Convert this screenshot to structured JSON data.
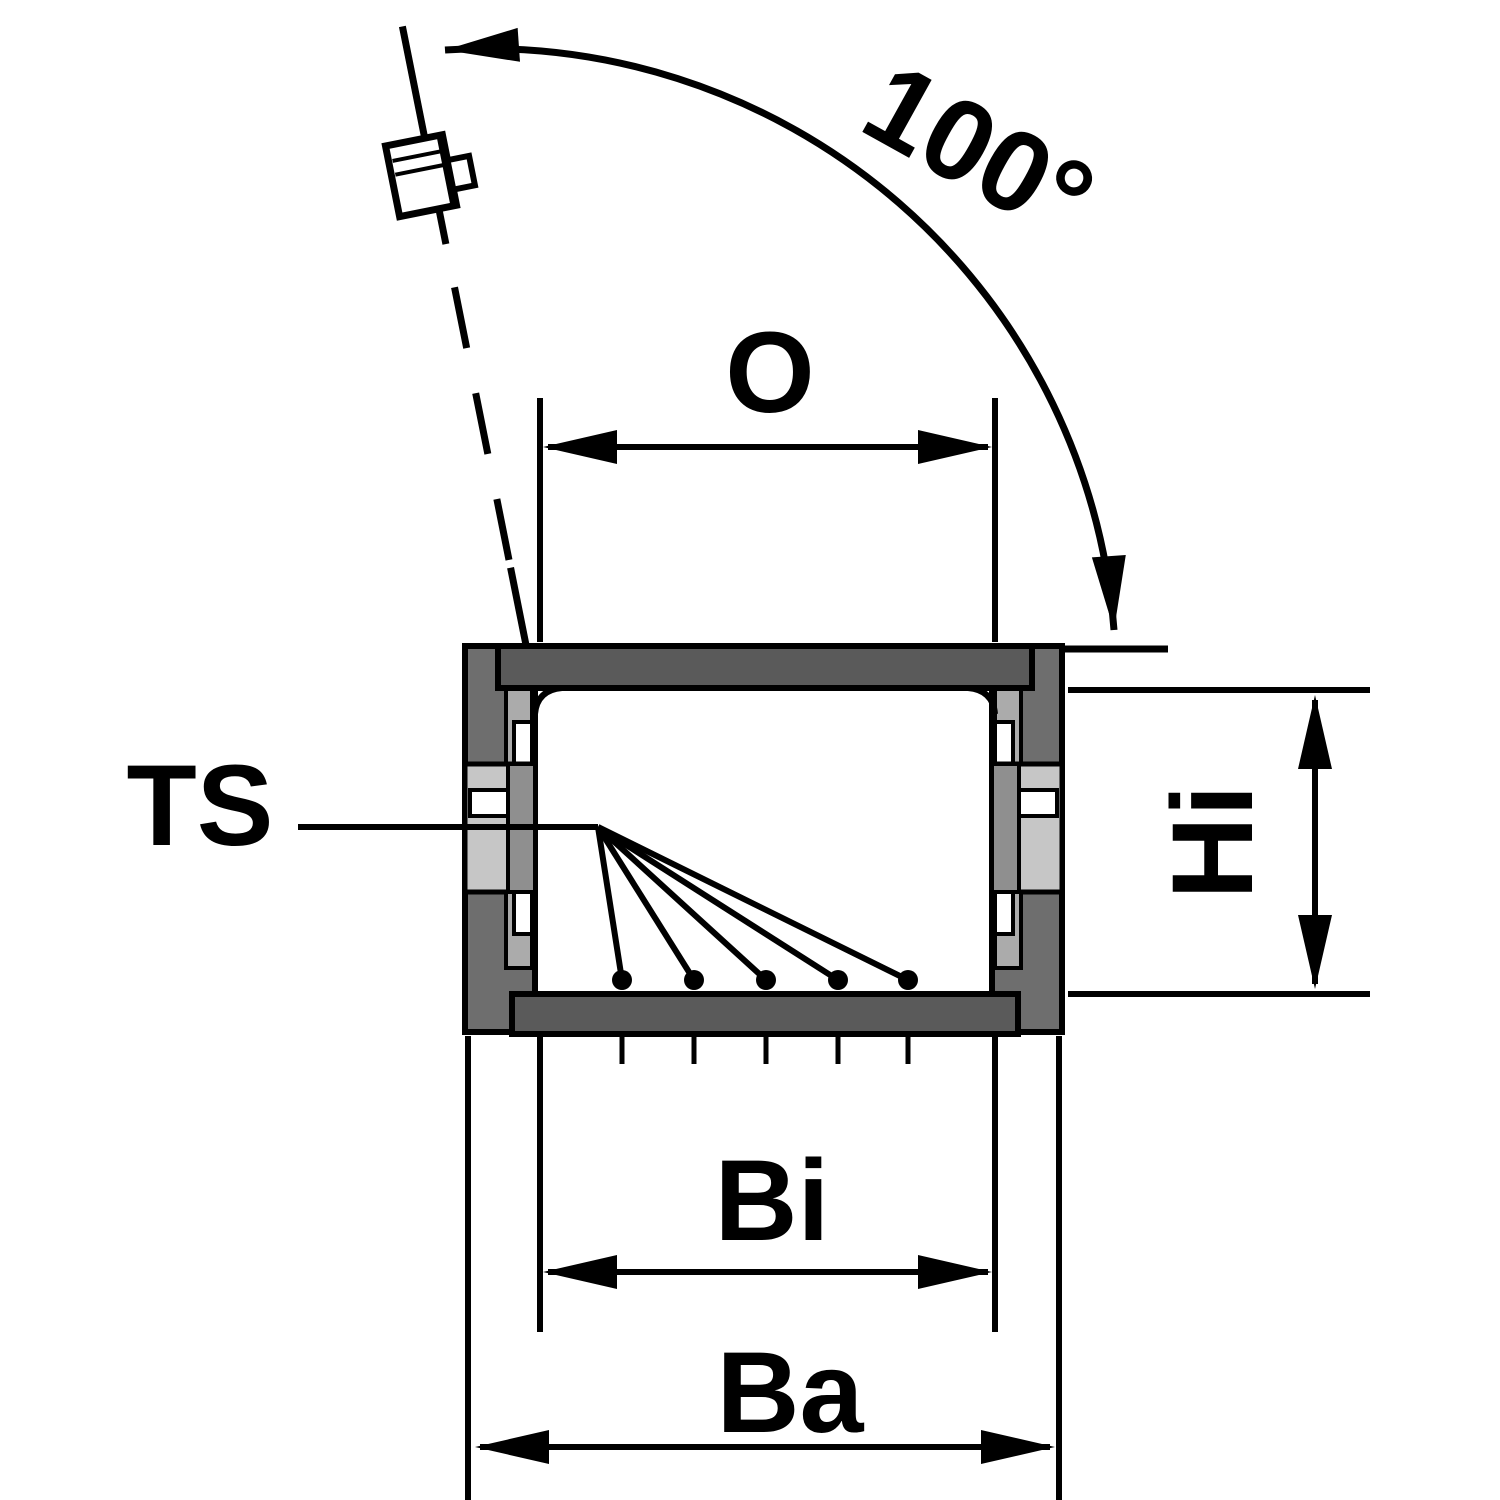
{
  "diagram": {
    "kind": "technical-cross-section-drawing",
    "subject": "cable-carrier link cross section with opened crossbar",
    "labels": {
      "angle": "100°",
      "opening": "O",
      "separator": "TS",
      "inner_height": "Hi",
      "inner_width": "Bi",
      "outer_width": "Ba"
    },
    "separator_count": 5,
    "colors": {
      "line": "#000000",
      "background": "#ffffff",
      "crossbar_gray": "#5a5a5a",
      "sidebar_gray": "#6e6e6e",
      "overlap_gray": "#c6c6c6",
      "inner_strip_gray": "#ababab",
      "mid_strip_gray": "#8f8f8f"
    }
  }
}
